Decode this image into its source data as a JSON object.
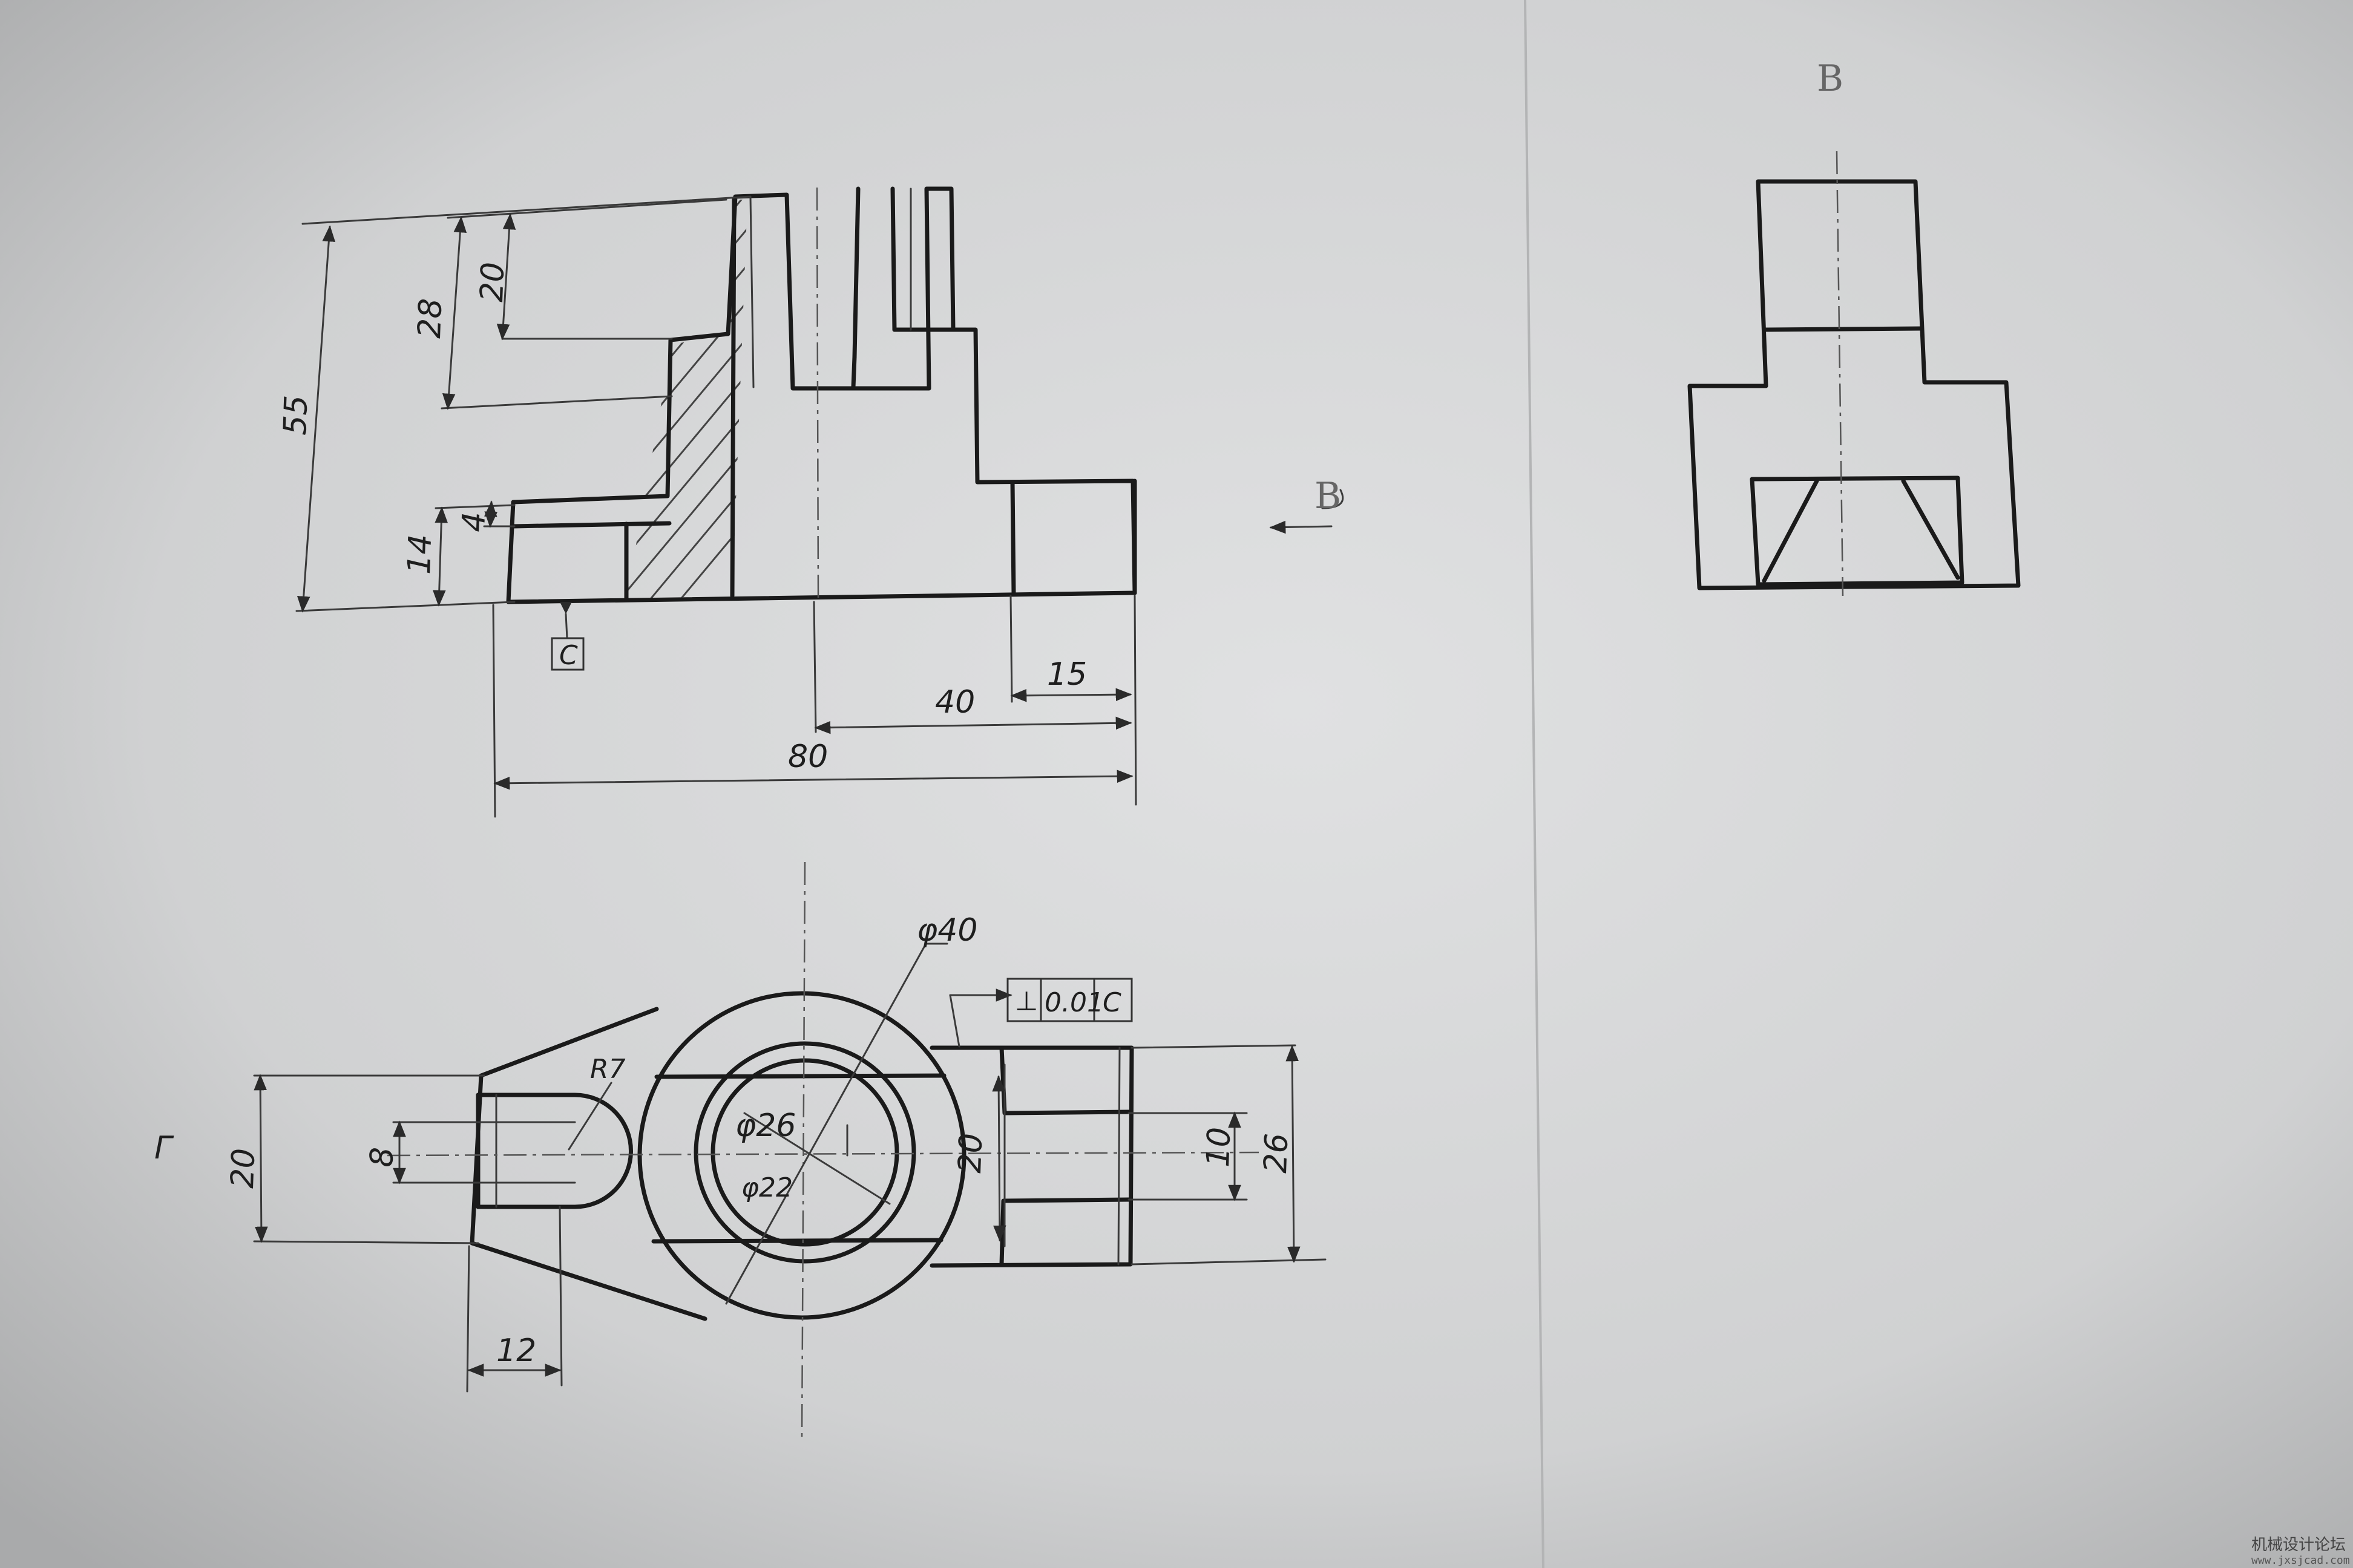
{
  "front_view": {
    "dims": {
      "overall_height": "55",
      "upper_height": "28",
      "top_height": "20",
      "flange_step": "4",
      "base_height": "14",
      "overall_length": "80",
      "center_offset": "40",
      "lug_length": "15"
    },
    "datum_label": "C",
    "view_arrow_label": "B"
  },
  "top_view": {
    "dims": {
      "outer_diameter": "φ40",
      "bore_diameter": "φ26",
      "inner_diameter": "φ22",
      "slot_radius": "R7",
      "slot_width": "8",
      "arm_width": "20",
      "arm_length": "12",
      "boss_width": "20",
      "slot_gap": "10",
      "lug_width": "26"
    },
    "tolerance_frame": {
      "symbol": "⊥",
      "value": "0.01",
      "datum": "C"
    },
    "section_mark": "Γ"
  },
  "side_view": {
    "label": "B"
  },
  "watermark": {
    "title": "机械设计论坛",
    "url": "www.jxsjcad.com"
  }
}
